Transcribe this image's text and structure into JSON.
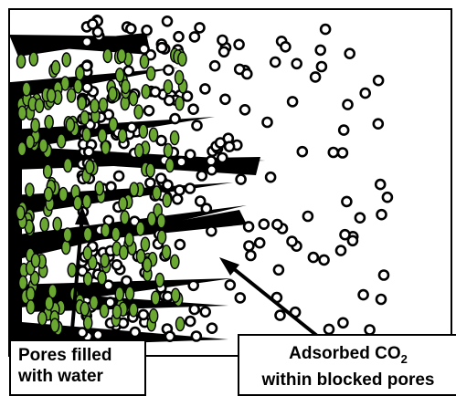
{
  "labels": {
    "water": {
      "line1": "Pores filled",
      "line2": "with water"
    },
    "co2": {
      "line1_prefix": "Adsorbed CO",
      "line1_sub": "2",
      "line2": "within blocked pores"
    }
  },
  "colors": {
    "water": "#6aa832",
    "pore": "#000000",
    "co2_ring": "#000000",
    "background": "#ffffff"
  }
}
